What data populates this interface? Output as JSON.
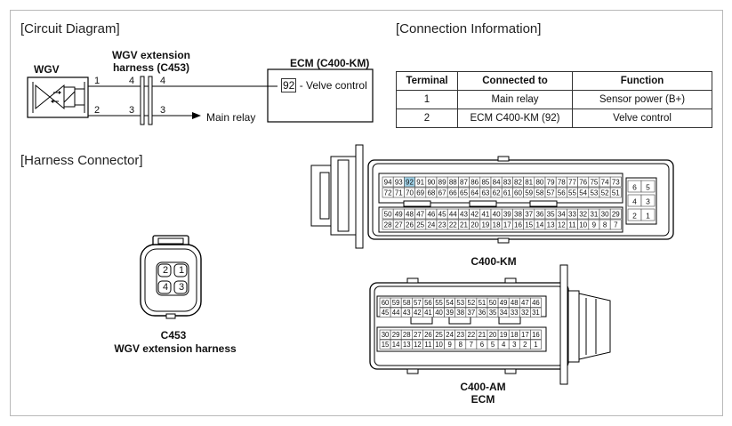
{
  "sections": {
    "circuit": "[Circuit Diagram]",
    "connection": "[Connection Information]",
    "harness": "[Harness Connector]"
  },
  "circuit": {
    "wgv_label": "WGV",
    "ext_title_1": "WGV extension",
    "ext_title_2": "harness (C453)",
    "ecm_title": "ECM (C400-KM)",
    "ecm_pin": "92",
    "ecm_pin_text": " - Velve control",
    "wgv_pin_top": "1",
    "wgv_pin_bottom": "2",
    "ext_left_top": "4",
    "ext_left_bottom": "3",
    "ext_right_top": "4",
    "ext_right_bottom": "3",
    "main_relay": "Main relay"
  },
  "connection_table": {
    "headers": [
      "Terminal",
      "Connected to",
      "Function"
    ],
    "rows": [
      [
        "1",
        "Main relay",
        "Sensor power (B+)"
      ],
      [
        "2",
        "ECM C400-KM (92)",
        "Velve control"
      ]
    ]
  },
  "c453": {
    "pins_top": [
      "2",
      "1"
    ],
    "pins_bottom": [
      "4",
      "3"
    ],
    "label_1": "C453",
    "label_2": "WGV extension harness"
  },
  "c400km": {
    "label": "C400-KM",
    "row1": [
      "94",
      "93",
      "92",
      "91",
      "90",
      "89",
      "88",
      "87",
      "86",
      "85",
      "84",
      "83",
      "82",
      "81",
      "80",
      "79",
      "78",
      "77",
      "76",
      "75",
      "74",
      "73"
    ],
    "row2": [
      "72",
      "71",
      "70",
      "69",
      "68",
      "67",
      "66",
      "65",
      "64",
      "63",
      "62",
      "61",
      "60",
      "59",
      "58",
      "57",
      "56",
      "55",
      "54",
      "53",
      "52",
      "51"
    ],
    "row3": [
      "50",
      "49",
      "48",
      "47",
      "46",
      "45",
      "44",
      "43",
      "42",
      "41",
      "40",
      "39",
      "38",
      "37",
      "36",
      "35",
      "34",
      "33",
      "32",
      "31",
      "30",
      "29"
    ],
    "row4": [
      "28",
      "27",
      "26",
      "25",
      "24",
      "23",
      "22",
      "21",
      "20",
      "19",
      "18",
      "17",
      "16",
      "15",
      "14",
      "13",
      "12",
      "11",
      "10",
      "9",
      "8",
      "7"
    ],
    "small": [
      [
        "6",
        "5"
      ],
      [
        "4",
        "3"
      ],
      [
        "2",
        "1"
      ]
    ],
    "highlight": "92",
    "highlight_color": "#9fd0e6"
  },
  "c400am": {
    "label_1": "C400-AM",
    "label_2": "ECM",
    "row1": [
      "60",
      "59",
      "58",
      "57",
      "56",
      "55",
      "54",
      "53",
      "52",
      "51",
      "50",
      "49",
      "48",
      "47",
      "46"
    ],
    "row2": [
      "45",
      "44",
      "43",
      "42",
      "41",
      "40",
      "39",
      "38",
      "37",
      "36",
      "35",
      "34",
      "33",
      "32",
      "31"
    ],
    "row3": [
      "30",
      "29",
      "28",
      "27",
      "26",
      "25",
      "24",
      "23",
      "22",
      "21",
      "20",
      "19",
      "18",
      "17",
      "16"
    ],
    "row4": [
      "15",
      "14",
      "13",
      "12",
      "11",
      "10",
      "9",
      "8",
      "7",
      "6",
      "5",
      "4",
      "3",
      "2",
      "1"
    ]
  }
}
